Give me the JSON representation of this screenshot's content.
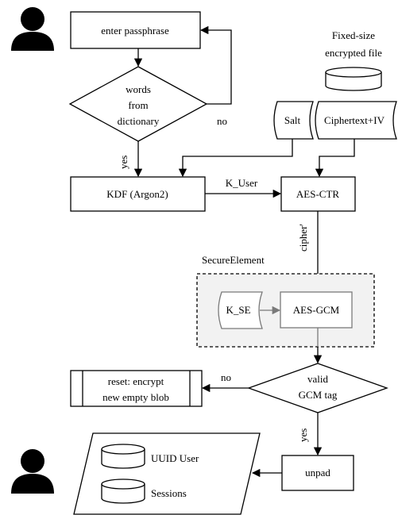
{
  "nodes": {
    "enter_passphrase": "enter passphrase",
    "dictionary_check": [
      "words",
      "from",
      "dictionary"
    ],
    "kdf": "KDF (Argon2)",
    "aes_ctr": "AES-CTR",
    "aes_gcm": "AES-GCM",
    "gcm_check": [
      "valid",
      "GCM tag"
    ],
    "reset": [
      "reset: encrypt",
      "new empty blob"
    ],
    "unpad": "unpad",
    "salt": "Salt",
    "ciphertext_iv": "Ciphertext+IV",
    "k_se": "K_SE",
    "file_label": [
      "Fixed-size",
      "encrypted file"
    ],
    "secure_element": "SecureElement",
    "uuid_user": "UUID User",
    "sessions": "Sessions"
  },
  "edges": {
    "no_top": "no",
    "yes_top": "yes",
    "k_user": "K_User",
    "cipher": "cipher'",
    "no_bottom": "no",
    "yes_bottom": "yes"
  },
  "colors": {
    "line": "#000000",
    "secure_element_fill": "#f2f2f2",
    "secure_element_inner": "#7a7a7a"
  }
}
